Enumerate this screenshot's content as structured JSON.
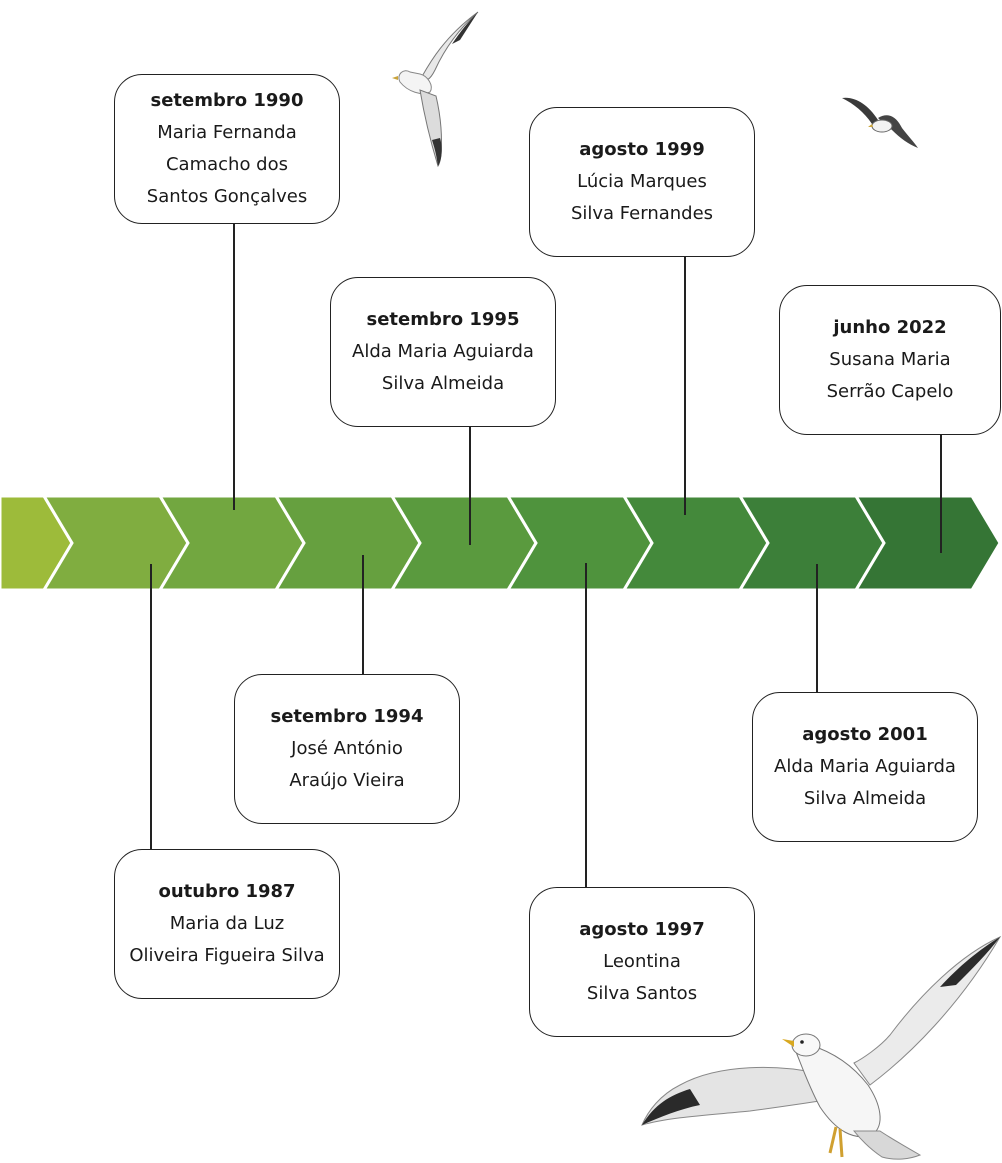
{
  "timeline": {
    "entries": [
      {
        "date": "outubro 1987",
        "name_lines": [
          "Maria da Luz",
          "Oliveira Figueira Silva"
        ]
      },
      {
        "date": "setembro 1990",
        "name_lines": [
          "Maria Fernanda",
          "Camacho dos",
          "Santos Gonçalves"
        ]
      },
      {
        "date": "setembro 1994",
        "name_lines": [
          "José António",
          "Araújo Vieira"
        ]
      },
      {
        "date": "setembro 1995",
        "name_lines": [
          "Alda Maria Aguiarda",
          "Silva Almeida"
        ]
      },
      {
        "date": "agosto 1997",
        "name_lines": [
          "Leontina",
          "Silva Santos"
        ]
      },
      {
        "date": "agosto 1999",
        "name_lines": [
          "Lúcia Marques",
          "Silva Fernandes"
        ]
      },
      {
        "date": "agosto 2001",
        "name_lines": [
          "Alda Maria Aguiarda",
          "Silva Almeida"
        ]
      },
      {
        "date": "junho 2022",
        "name_lines": [
          "Susana Maria",
          "Serrão Capelo"
        ]
      }
    ]
  },
  "colors": {
    "chevrons": [
      "#9dbb3a",
      "#80ad40",
      "#72a740",
      "#66a03f",
      "#5a9a3e",
      "#4f933d",
      "#44893b",
      "#3c7f39",
      "#357535",
      "#2d6c32"
    ],
    "line": "#222222",
    "card_border": "#222222"
  },
  "decorations": [
    "seagull-icon",
    "seagull-icon",
    "seagull-icon"
  ]
}
